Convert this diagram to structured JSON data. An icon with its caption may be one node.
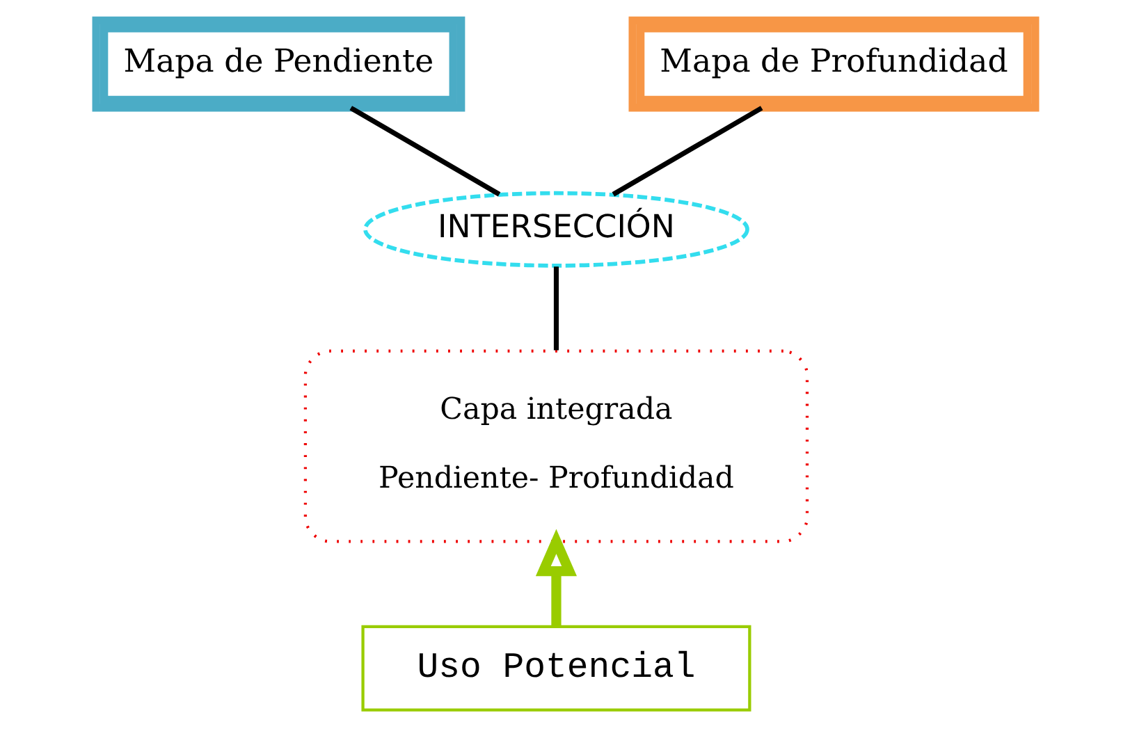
{
  "diagram": {
    "nodes": [
      {
        "text": [
          "Mapa de Pendiente"
        ]
      },
      {
        "text": [
          "Mapa de Profundidad"
        ]
      },
      {
        "text": [
          "INTERSECCIÓN"
        ]
      },
      {
        "text": [
          "Capa integrada",
          "Pendiente- Profundidad"
        ]
      },
      {
        "text": [
          "Uso Potencial"
        ]
      }
    ],
    "edges": [
      {
        "from": 0,
        "to": 2,
        "arrow": "none"
      },
      {
        "from": 1,
        "to": 2,
        "arrow": "none"
      },
      {
        "from": 2,
        "to": 3,
        "arrow": "none"
      },
      {
        "from": 4,
        "to": 3,
        "arrow": "to",
        "style": "thick",
        "color": "#99cc00"
      }
    ]
  }
}
